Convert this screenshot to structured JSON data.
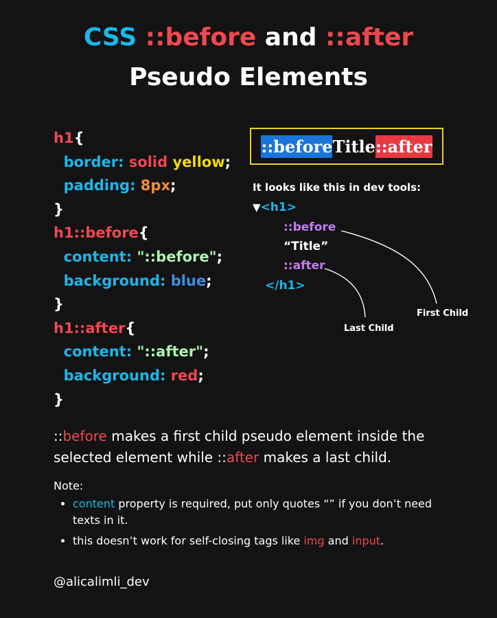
{
  "title": {
    "css": "CSS",
    "before": "::before",
    "and": "and",
    "after": "::after",
    "line2": "Pseudo Elements"
  },
  "code": {
    "l1": {
      "sel": "h1",
      "brace": "{"
    },
    "l2": {
      "prop": "border:",
      "v1": "solid",
      "v2": "yellow",
      "end": ";"
    },
    "l3": {
      "prop": "padding:",
      "v1": "8px",
      "end": ";"
    },
    "l4": "}",
    "l5": {
      "sel": "h1",
      "pseudo": "::before",
      "brace": "{"
    },
    "l6": {
      "prop": "content:",
      "v1": "\"::before\"",
      "end": ";"
    },
    "l7": {
      "prop": "background:",
      "v1": "blue",
      "end": ";"
    },
    "l8": "}",
    "l9": {
      "sel": "h1",
      "pseudo": "::after",
      "brace": "{"
    },
    "l10": {
      "prop": "content:",
      "v1": "\"::after\"",
      "end": ";"
    },
    "l11": {
      "prop": "background:",
      "v1": "red",
      "end": ";"
    },
    "l12": "}"
  },
  "demo": {
    "before": "::before",
    "title": "Title",
    "after": "::after"
  },
  "devtools": {
    "caption": "It looks like this in dev tools:",
    "triangle": "▼",
    "h1_open": "<h1>",
    "before": "::before",
    "text": "“Title”",
    "after": "::after",
    "h1_close": "</h1>",
    "first_child": "First Child",
    "last_child": "Last Child"
  },
  "paragraph": {
    "p1": "::",
    "p2": "before",
    "p3": " makes a first child pseudo element inside the selected element while ::",
    "p4": "after",
    "p5": " makes a last child."
  },
  "note": {
    "title": "Note:",
    "item1": {
      "hl": "content",
      "text": " property is required, put only quotes “” if you don’t need texts in it."
    },
    "item2": {
      "text1": "this doesn’t work for self-closing tags like ",
      "hl1": "img",
      "text2": " and ",
      "hl2": "input",
      "text3": "."
    }
  },
  "handle": "@alicalimli_dev",
  "colors": {
    "background": "#131313",
    "blue": "#1bb7ea",
    "red": "#f0484f",
    "yellow": "#f5d90a",
    "orange": "#f58b3c",
    "green": "#aef2b1",
    "purple": "#c27cf2",
    "demo_border": "#e9d228"
  }
}
